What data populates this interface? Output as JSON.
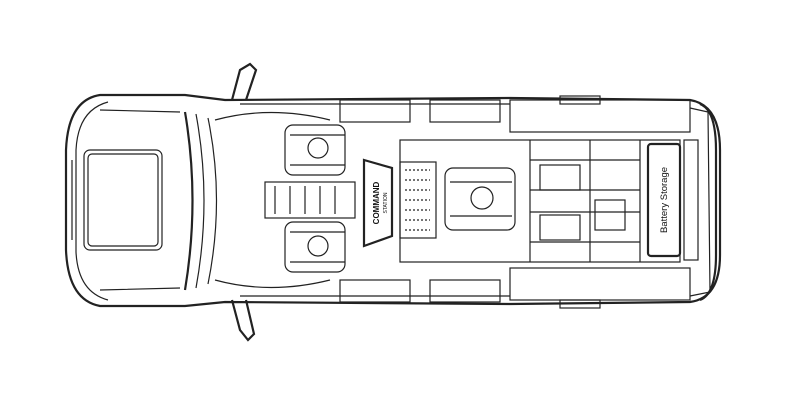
{
  "diagram": {
    "title": "Van floor plan (top view)",
    "labels": {
      "command_station_line1": "COMMAND",
      "command_station_line2": "STATION",
      "battery_storage": "Battery Storage"
    }
  }
}
